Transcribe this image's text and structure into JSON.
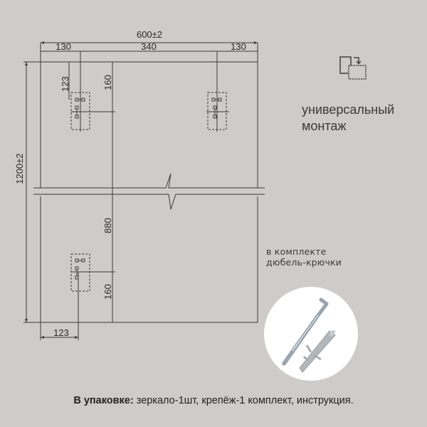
{
  "dimensions": {
    "total_width": "600±2",
    "left_offset": "130",
    "center_span": "340",
    "right_offset": "130",
    "total_height": "1200±2",
    "top_hanger_from_top": "123",
    "top_hanger_level": "160",
    "vertical_between_hangers": "880",
    "bottom_hanger_from_bottom": "160",
    "bottom_hanger_from_left": "123"
  },
  "feature": {
    "icon": "universal-mount-icon",
    "title_line1": "универсальный",
    "title_line2": "монтаж"
  },
  "kit": {
    "note_line1": "в комплекте",
    "note_line2": "дюбель-крючки",
    "image": "hook-screw-and-dowel-photo"
  },
  "footer": {
    "label": "В упаковке:",
    "text": " зеркало-1шт, крепёж-1 комплект, инструкция."
  },
  "colors": {
    "background": "#cdccca",
    "lines": "#3a3a3a",
    "text": "#2a2a2a"
  }
}
